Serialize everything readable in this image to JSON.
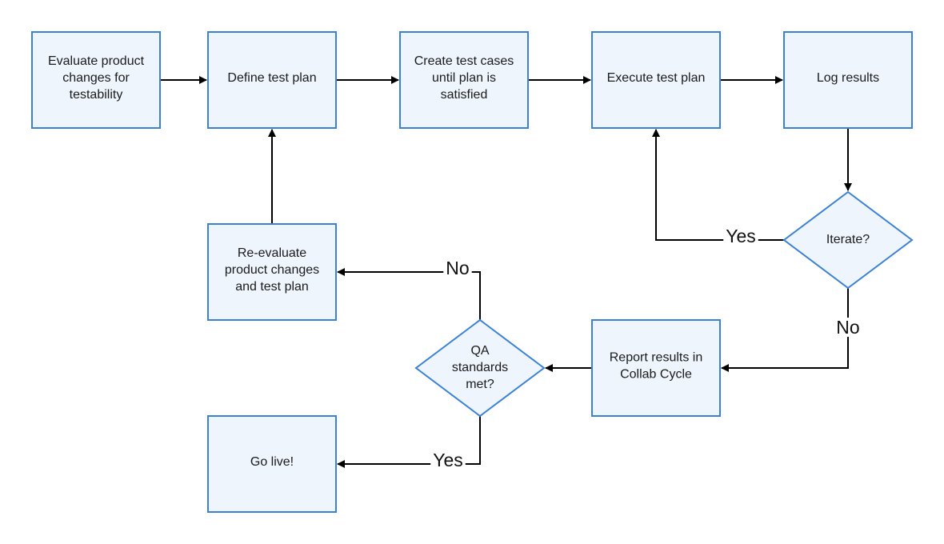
{
  "colors": {
    "node_fill": "#eef5fd",
    "node_stroke": "#3b82d6",
    "edge": "#000000",
    "text": "#1a1a1a"
  },
  "nodes": [
    {
      "id": "evaluate",
      "shape": "rect",
      "lines": [
        "Evaluate product",
        "changes for",
        "testability"
      ]
    },
    {
      "id": "define",
      "shape": "rect",
      "lines": [
        "Define test plan"
      ]
    },
    {
      "id": "create",
      "shape": "rect",
      "lines": [
        "Create test cases",
        "until plan is",
        "satisfied"
      ]
    },
    {
      "id": "execute",
      "shape": "rect",
      "lines": [
        "Execute test plan"
      ]
    },
    {
      "id": "log",
      "shape": "rect",
      "lines": [
        "Log results"
      ]
    },
    {
      "id": "iterate",
      "shape": "diamond",
      "lines": [
        "Iterate?"
      ]
    },
    {
      "id": "report",
      "shape": "rect",
      "lines": [
        "Report results in",
        "Collab Cycle"
      ]
    },
    {
      "id": "qa",
      "shape": "diamond",
      "lines": [
        "QA",
        "standards",
        "met?"
      ]
    },
    {
      "id": "reevaluate",
      "shape": "rect",
      "lines": [
        "Re-evaluate",
        "product changes",
        "and test plan"
      ]
    },
    {
      "id": "golive",
      "shape": "rect",
      "lines": [
        "Go live!"
      ]
    }
  ],
  "edges": [
    {
      "id": "evaluate-define",
      "from": "evaluate",
      "to": "define",
      "label": ""
    },
    {
      "id": "define-create",
      "from": "define",
      "to": "create",
      "label": ""
    },
    {
      "id": "create-execute",
      "from": "create",
      "to": "execute",
      "label": ""
    },
    {
      "id": "execute-log",
      "from": "execute",
      "to": "log",
      "label": ""
    },
    {
      "id": "log-iterate",
      "from": "log",
      "to": "iterate",
      "label": ""
    },
    {
      "id": "iterate-execute",
      "from": "iterate",
      "to": "execute",
      "label": "Yes"
    },
    {
      "id": "iterate-report",
      "from": "iterate",
      "to": "report",
      "label": "No"
    },
    {
      "id": "report-qa",
      "from": "report",
      "to": "qa",
      "label": ""
    },
    {
      "id": "qa-reevaluate",
      "from": "qa",
      "to": "reevaluate",
      "label": "No"
    },
    {
      "id": "qa-golive",
      "from": "qa",
      "to": "golive",
      "label": "Yes"
    },
    {
      "id": "reevaluate-define",
      "from": "reevaluate",
      "to": "define",
      "label": ""
    }
  ]
}
